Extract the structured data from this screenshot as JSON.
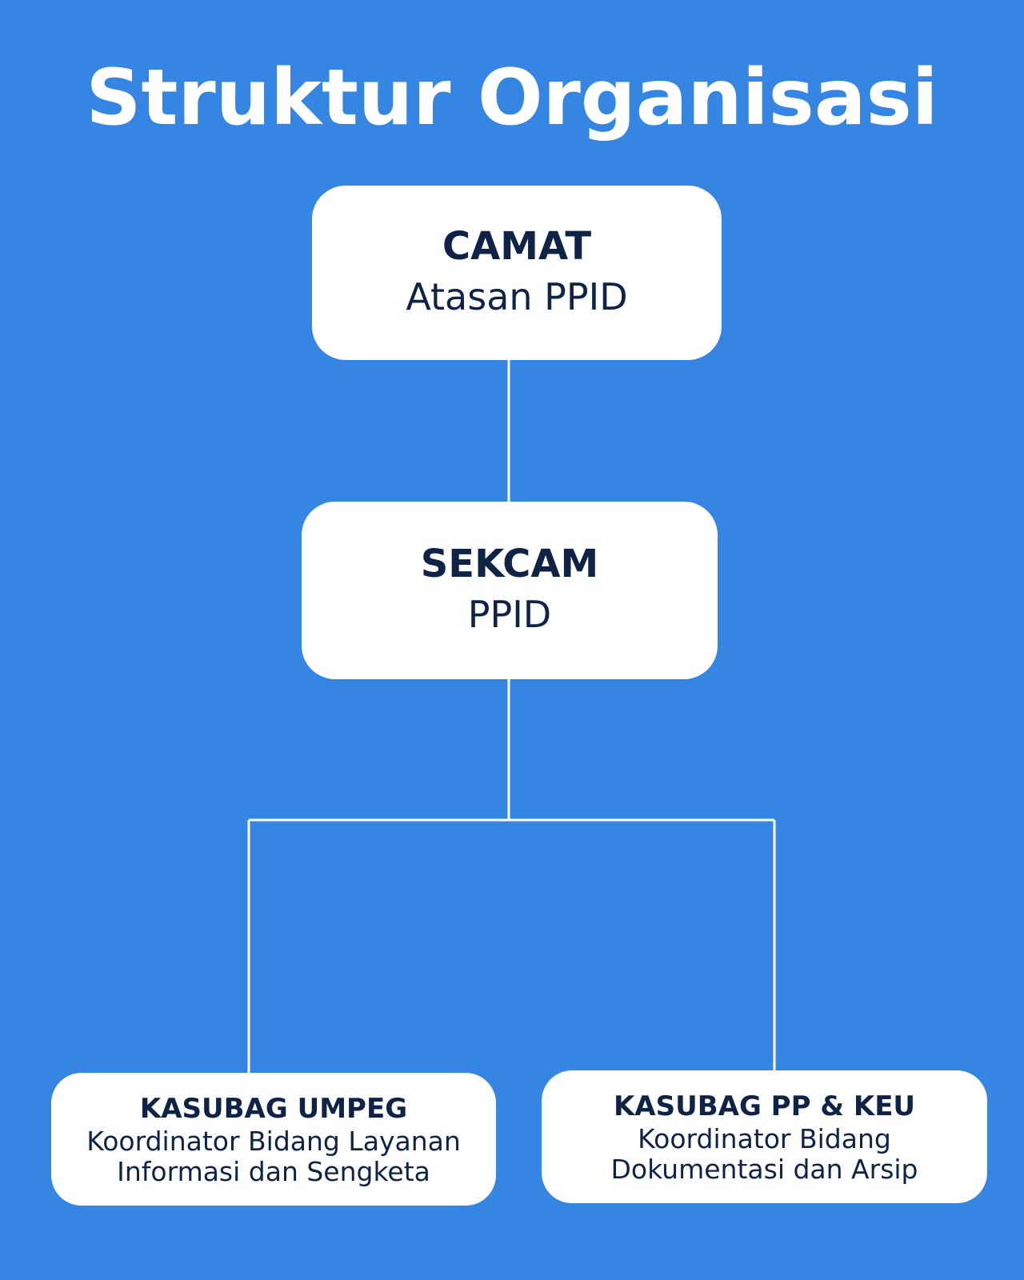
{
  "title": "Struktur Organisasi",
  "colors": {
    "background": "#3585e2",
    "box": "#ffffff",
    "text": "#0f2347",
    "connector": "#ffffff"
  },
  "nodes": {
    "camat": {
      "role": "CAMAT",
      "desc_lines": [
        "Atasan PPID"
      ]
    },
    "sekcam": {
      "role": "SEKCAM",
      "desc_lines": [
        "PPID"
      ]
    },
    "umpeg": {
      "role": "KASUBAG UMPEG",
      "desc_lines": [
        "Koordinator Bidang Layanan",
        "Informasi dan Sengketa"
      ]
    },
    "ppkeu": {
      "role": "KASUBAG PP & KEU",
      "desc_lines": [
        "Koordinator Bidang",
        "Dokumentasi dan Arsip"
      ]
    }
  }
}
